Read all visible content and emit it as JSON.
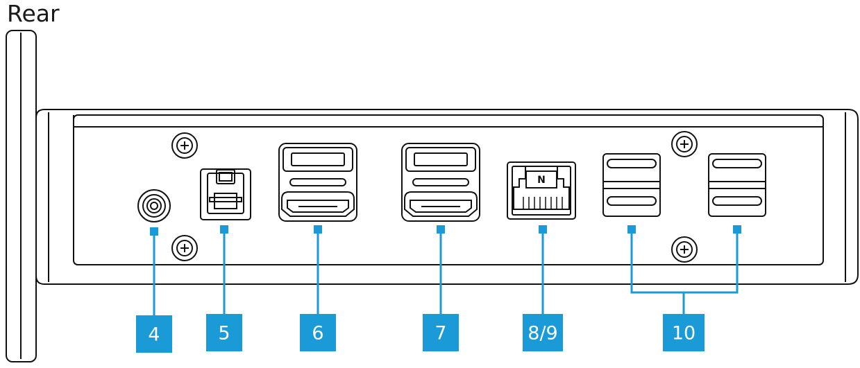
{
  "title": "Rear",
  "accent_color": "#1a9ad7",
  "port_labels": [
    "4",
    "5",
    "6",
    "7",
    "8/9",
    "10"
  ],
  "ports": [
    {
      "label": "4",
      "name": "audio-jack"
    },
    {
      "label": "5",
      "name": "dc-power-connector"
    },
    {
      "label": "6",
      "name": "hdmi-port"
    },
    {
      "label": "7",
      "name": "hdmi-port"
    },
    {
      "label": "8/9",
      "name": "rj45-lan-port"
    },
    {
      "label": "10",
      "name": "dual-usb-ports"
    }
  ]
}
